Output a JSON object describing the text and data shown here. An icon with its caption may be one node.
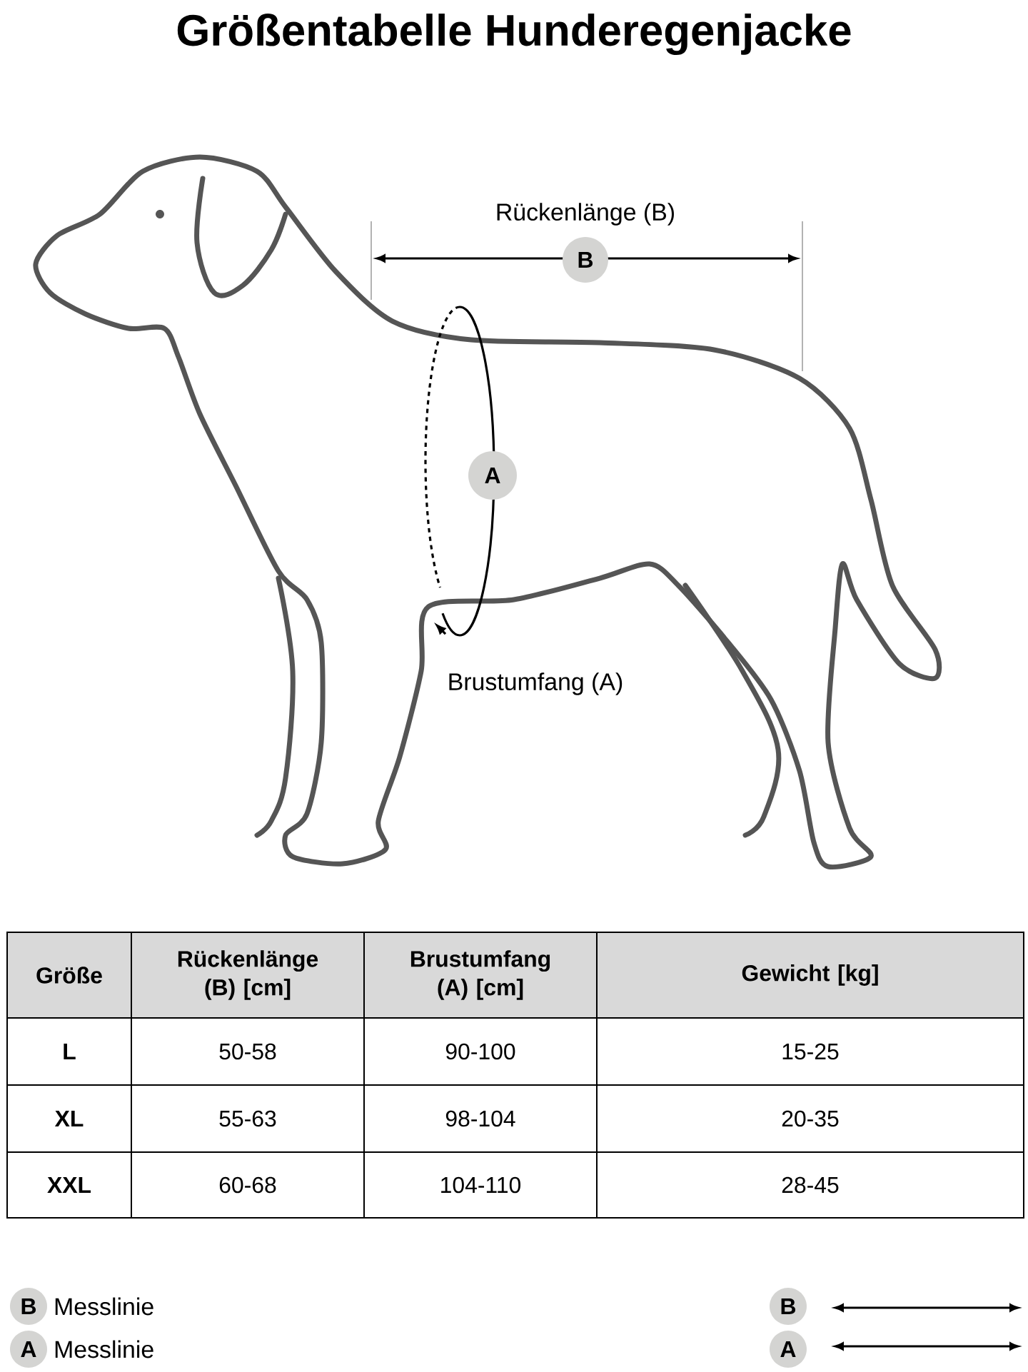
{
  "diagram": {
    "title": "Größentabelle Hunderegenjacke",
    "labels": [
      "Rückenlänge (B)",
      "B",
      "A",
      "Brustumfang (A)",
      "Größe",
      "Rückenlänge (B) [cm]",
      "Brustumfang (A) [cm]",
      "Gewicht [kg]",
      "L",
      "50-58",
      "90-100",
      "15-25",
      "XL",
      "55-63",
      "98-104",
      "20-35",
      "XXL",
      "60-68",
      "104-110",
      "28-45",
      "B",
      "Messlinie",
      "A",
      "Messlinie",
      "B",
      "A"
    ]
  }
}
